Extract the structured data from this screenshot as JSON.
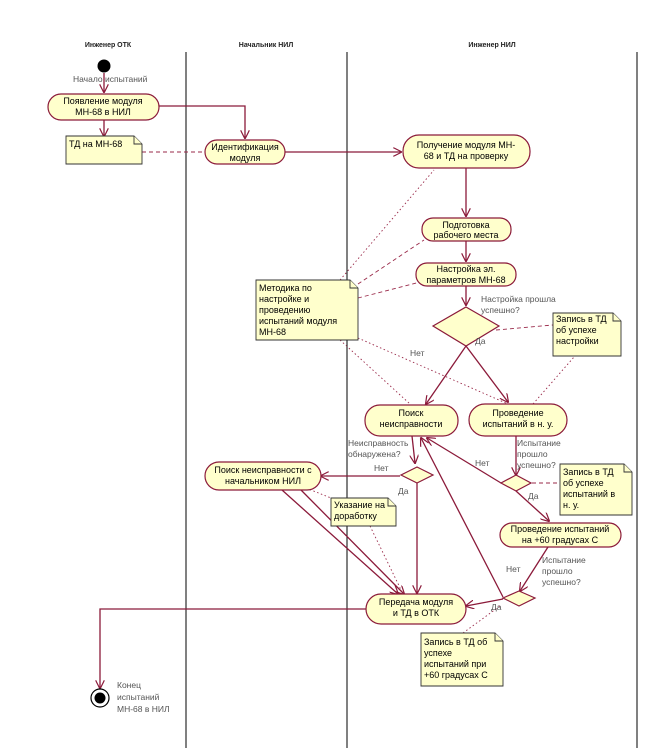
{
  "lanes": [
    "Инженер ОТК",
    "Начальник НИЛ",
    "Инженер НИЛ"
  ],
  "start_label": "Начало испытаний",
  "end_label": [
    "Конец",
    "испытаний",
    "МН-68 в НИЛ"
  ],
  "activities": {
    "appearance": [
      "Появление модуля",
      "МН-68 в НИЛ"
    ],
    "identification": [
      "Идентификация",
      "модуля"
    ],
    "receive": [
      "Получение модуля МН-",
      "68 и ТД на проверку"
    ],
    "prepare": [
      "Подготовка",
      "рабочего места"
    ],
    "setup": [
      "Настройка эл.",
      "параметров МН-68"
    ],
    "search": [
      "Поиск",
      "неисправности"
    ],
    "tests_nu": [
      "Проведение",
      "испытаний в н. у."
    ],
    "search_chief": [
      "Поиск неисправности с",
      "начальником НИЛ"
    ],
    "tests_60": [
      "Проведение испытаний",
      "на +60 градусах С"
    ],
    "handover": [
      "Передача модуля",
      "и ТД в ОТК"
    ]
  },
  "notes": {
    "td": [
      "ТД на МН-68"
    ],
    "method": [
      "Методика по",
      "настройке и",
      "проведению",
      "испытаний модуля",
      "МН-68"
    ],
    "rec_setup": [
      "Запись в ТД",
      "об успехе",
      "настройки"
    ],
    "rec_nu": [
      "Запись в ТД",
      "об успехе",
      "испытаний в",
      "н. у."
    ],
    "rework": [
      "Указание на",
      "доработку"
    ],
    "rec_60": [
      "Запись в ТД об",
      "успехе",
      "испытаний при",
      "+60 градусах С"
    ]
  },
  "guards": {
    "setup_q": [
      "Настройка прошла",
      "успешно?"
    ],
    "fault_q": [
      "Неисправность",
      "обнаружена?"
    ],
    "test_q": [
      "Испытание",
      "прошло",
      "успешно?"
    ],
    "test60_q": [
      "Испытание",
      "прошло",
      "успешно?"
    ]
  },
  "edge_labels": {
    "yes": "Да",
    "no": "Нет"
  }
}
